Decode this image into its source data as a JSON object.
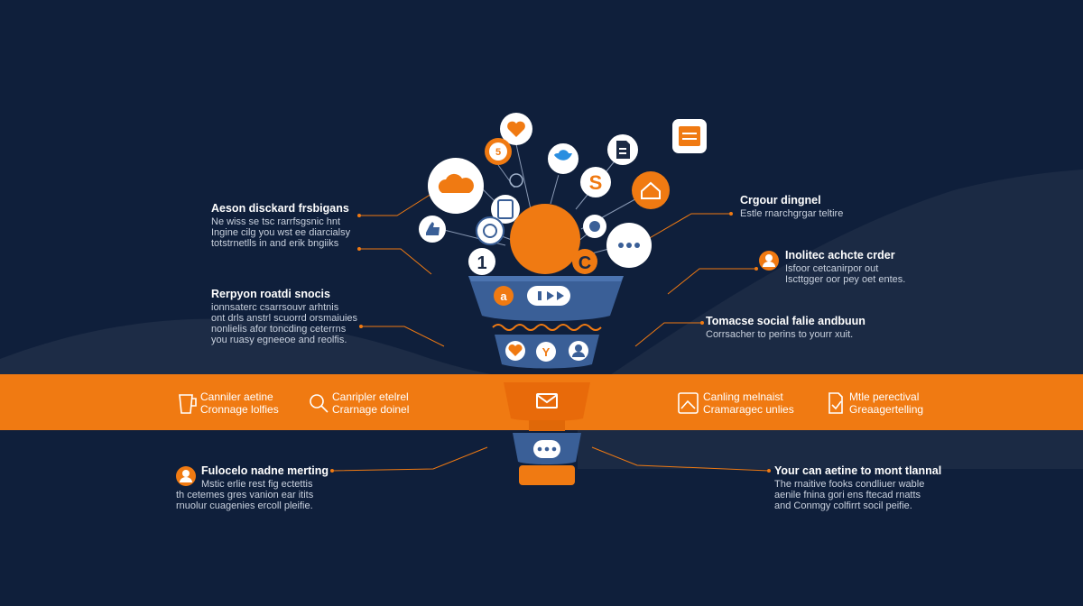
{
  "colors": {
    "background": "#0f1f3b",
    "accent": "#f07a12",
    "funnel_blue": "#3a5f97",
    "text_muted": "#c9d1de",
    "leader": "#f07a12"
  },
  "left_callouts": [
    {
      "title": "Aeson disckard frsbigans",
      "lines": [
        "Ne wiss se tsc rarrfsgsnic hnt",
        "Ingine cilg you wst ee diarcialsy",
        "totstrnetlls in and erik bngiiks"
      ]
    },
    {
      "title": "Rerpyon roatdi snocis",
      "lines": [
        "ionnsaterc csarrsouvr arhtnis",
        "ont drls anstrl scuorrd orsmaiuies",
        "nonlielis afor toncding ceterrns",
        "you ruasy egneeoe and reolfis."
      ]
    },
    {
      "title": "Fulocelo nadne merting",
      "lines": [
        "Mstic erlie rest fig ectettis",
        "th cetemes gres vanion ear itits",
        "rnuolur cuagenies ercoll pleifie."
      ]
    }
  ],
  "right_callouts": [
    {
      "title": "Crgour dingnel",
      "lines": [
        "Estle rnarchgrgar teltire"
      ]
    },
    {
      "title": "Inolitec achcte crder",
      "lines": [
        "Isfoor cetcanirpor out",
        "Iscttgger oor pey oet entes."
      ]
    },
    {
      "title": "Tomacse social falie andbuun",
      "lines": [
        "Corrsacher to perins to yourr xuit."
      ]
    },
    {
      "title": "Your can aetine to mont tlannal",
      "lines": [
        "The rnaitive fooks condliuer wable",
        "aenile fnina gori ens ftecad rnatts",
        "and Conmgy colfirrt socil peifie."
      ]
    }
  ],
  "band_items": [
    {
      "icon": "cup-icon",
      "line1": "Canniler aetine",
      "line2": "Cronnage lolfies"
    },
    {
      "icon": "search-icon",
      "line1": "Canripler etelrel",
      "line2": "Crarnage doinel"
    },
    {
      "icon": "gallery-icon",
      "line1": "Canling melnaist",
      "line2": "Cramaragec unlies"
    },
    {
      "icon": "document-check-icon",
      "line1": "Mtle perectival",
      "line2": "Greaagertelling"
    }
  ],
  "funnel_labels": {
    "top_ring_glyph": "a",
    "bottom_glyph": "•••",
    "number_badge": "1",
    "c_badge": "C",
    "s_badge": "S"
  }
}
